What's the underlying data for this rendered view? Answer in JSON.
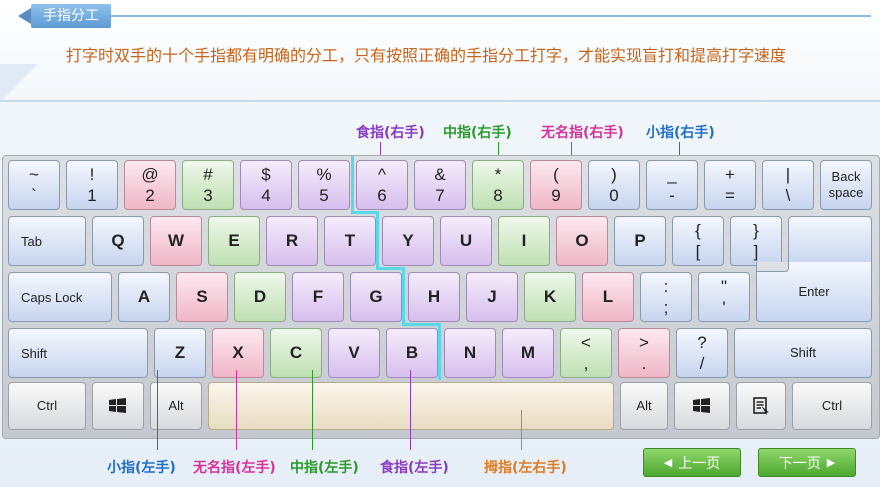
{
  "header": {
    "section_title": "手指分工",
    "intro": "打字时双手的十个手指都有明确的分工，只有按照正确的手指分工打字，才能实现盲打和提高打字速度"
  },
  "labels": {
    "top": {
      "right_index": "食指(右手)",
      "right_middle": "中指(右手)",
      "right_ring": "无名指(右手)",
      "right_little": "小指(右手)"
    },
    "bottom": {
      "left_little": "小指(左手)",
      "left_ring": "无名指(左手)",
      "left_middle": "中指(左手)",
      "left_index": "食指(左手)",
      "thumb": "拇指(左右手)"
    }
  },
  "colors": {
    "little": "#1f6fc8",
    "ring": "#d6339a",
    "middle": "#2a9a2a",
    "index": "#8a3cc0",
    "thumb": "#e07a20",
    "divider": "#58d8e8"
  },
  "keys": {
    "grave": {
      "top": "~",
      "bottom": "`"
    },
    "d1": {
      "top": "!",
      "bottom": "1"
    },
    "d2": {
      "top": "@",
      "bottom": "2"
    },
    "d3": {
      "top": "#",
      "bottom": "3"
    },
    "d4": {
      "top": "$",
      "bottom": "4"
    },
    "d5": {
      "top": "%",
      "bottom": "5"
    },
    "d6": {
      "top": "^",
      "bottom": "6"
    },
    "d7": {
      "top": "&",
      "bottom": "7"
    },
    "d8": {
      "top": "*",
      "bottom": "8"
    },
    "d9": {
      "top": "(",
      "bottom": "9"
    },
    "d0": {
      "top": ")",
      "bottom": "0"
    },
    "minus": {
      "top": "_",
      "bottom": "-"
    },
    "equal": {
      "top": "+",
      "bottom": "="
    },
    "bslash": {
      "top": "|",
      "bottom": "\\"
    },
    "backspace": "Back space",
    "tab": "Tab",
    "q": "Q",
    "w": "W",
    "e": "E",
    "r": "R",
    "t": "T",
    "y": "Y",
    "u": "U",
    "i": "I",
    "o": "O",
    "p": "P",
    "lbracket": {
      "top": "{",
      "bottom": "["
    },
    "rbracket": {
      "top": "}",
      "bottom": "]"
    },
    "enter": "Enter",
    "capslock": "Caps Lock",
    "a": "A",
    "s": "S",
    "d": "D",
    "f": "F",
    "g": "G",
    "h": "H",
    "j": "J",
    "k": "K",
    "l": "L",
    "semicolon": {
      "top": ":",
      "bottom": ";"
    },
    "quote": {
      "top": "\"",
      "bottom": "'"
    },
    "lshift": "Shift",
    "z": "Z",
    "x": "X",
    "c": "C",
    "v": "V",
    "b": "B",
    "n": "N",
    "m": "M",
    "comma": {
      "top": "<",
      "bottom": ","
    },
    "period": {
      "top": ">",
      "bottom": "."
    },
    "slash": {
      "top": "?",
      "bottom": "/"
    },
    "rshift": "Shift",
    "lctrl": "Ctrl",
    "lalt": "Alt",
    "ralt": "Alt",
    "rctrl": "Ctrl"
  },
  "nav": {
    "prev": "上一页",
    "next": "下一页"
  }
}
